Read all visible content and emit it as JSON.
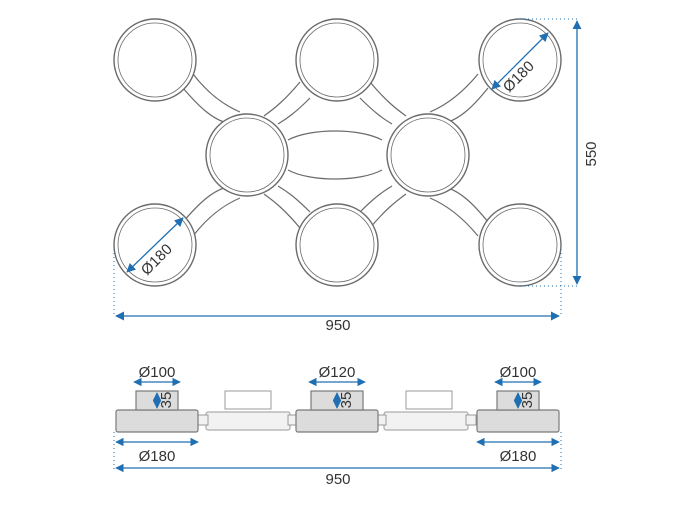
{
  "top_view": {
    "diameter_label_left": "Ø180",
    "diameter_label_right": "Ø180",
    "height_label": "550",
    "width_label": "950"
  },
  "side_view": {
    "left_top_diameter": "Ø100",
    "center_top_diameter": "Ø120",
    "right_top_diameter": "Ø100",
    "left_height": "35",
    "center_height": "35",
    "right_height": "35",
    "left_bottom_diameter": "Ø180",
    "right_bottom_diameter": "Ø180",
    "total_width": "950"
  },
  "colors": {
    "dimension_line": "#1f6fb2",
    "outline": "#6b6b6b",
    "ring_fill": "#ffffff",
    "base_fill": "#dcdcdc",
    "connector_fill": "#f2f2f2"
  }
}
